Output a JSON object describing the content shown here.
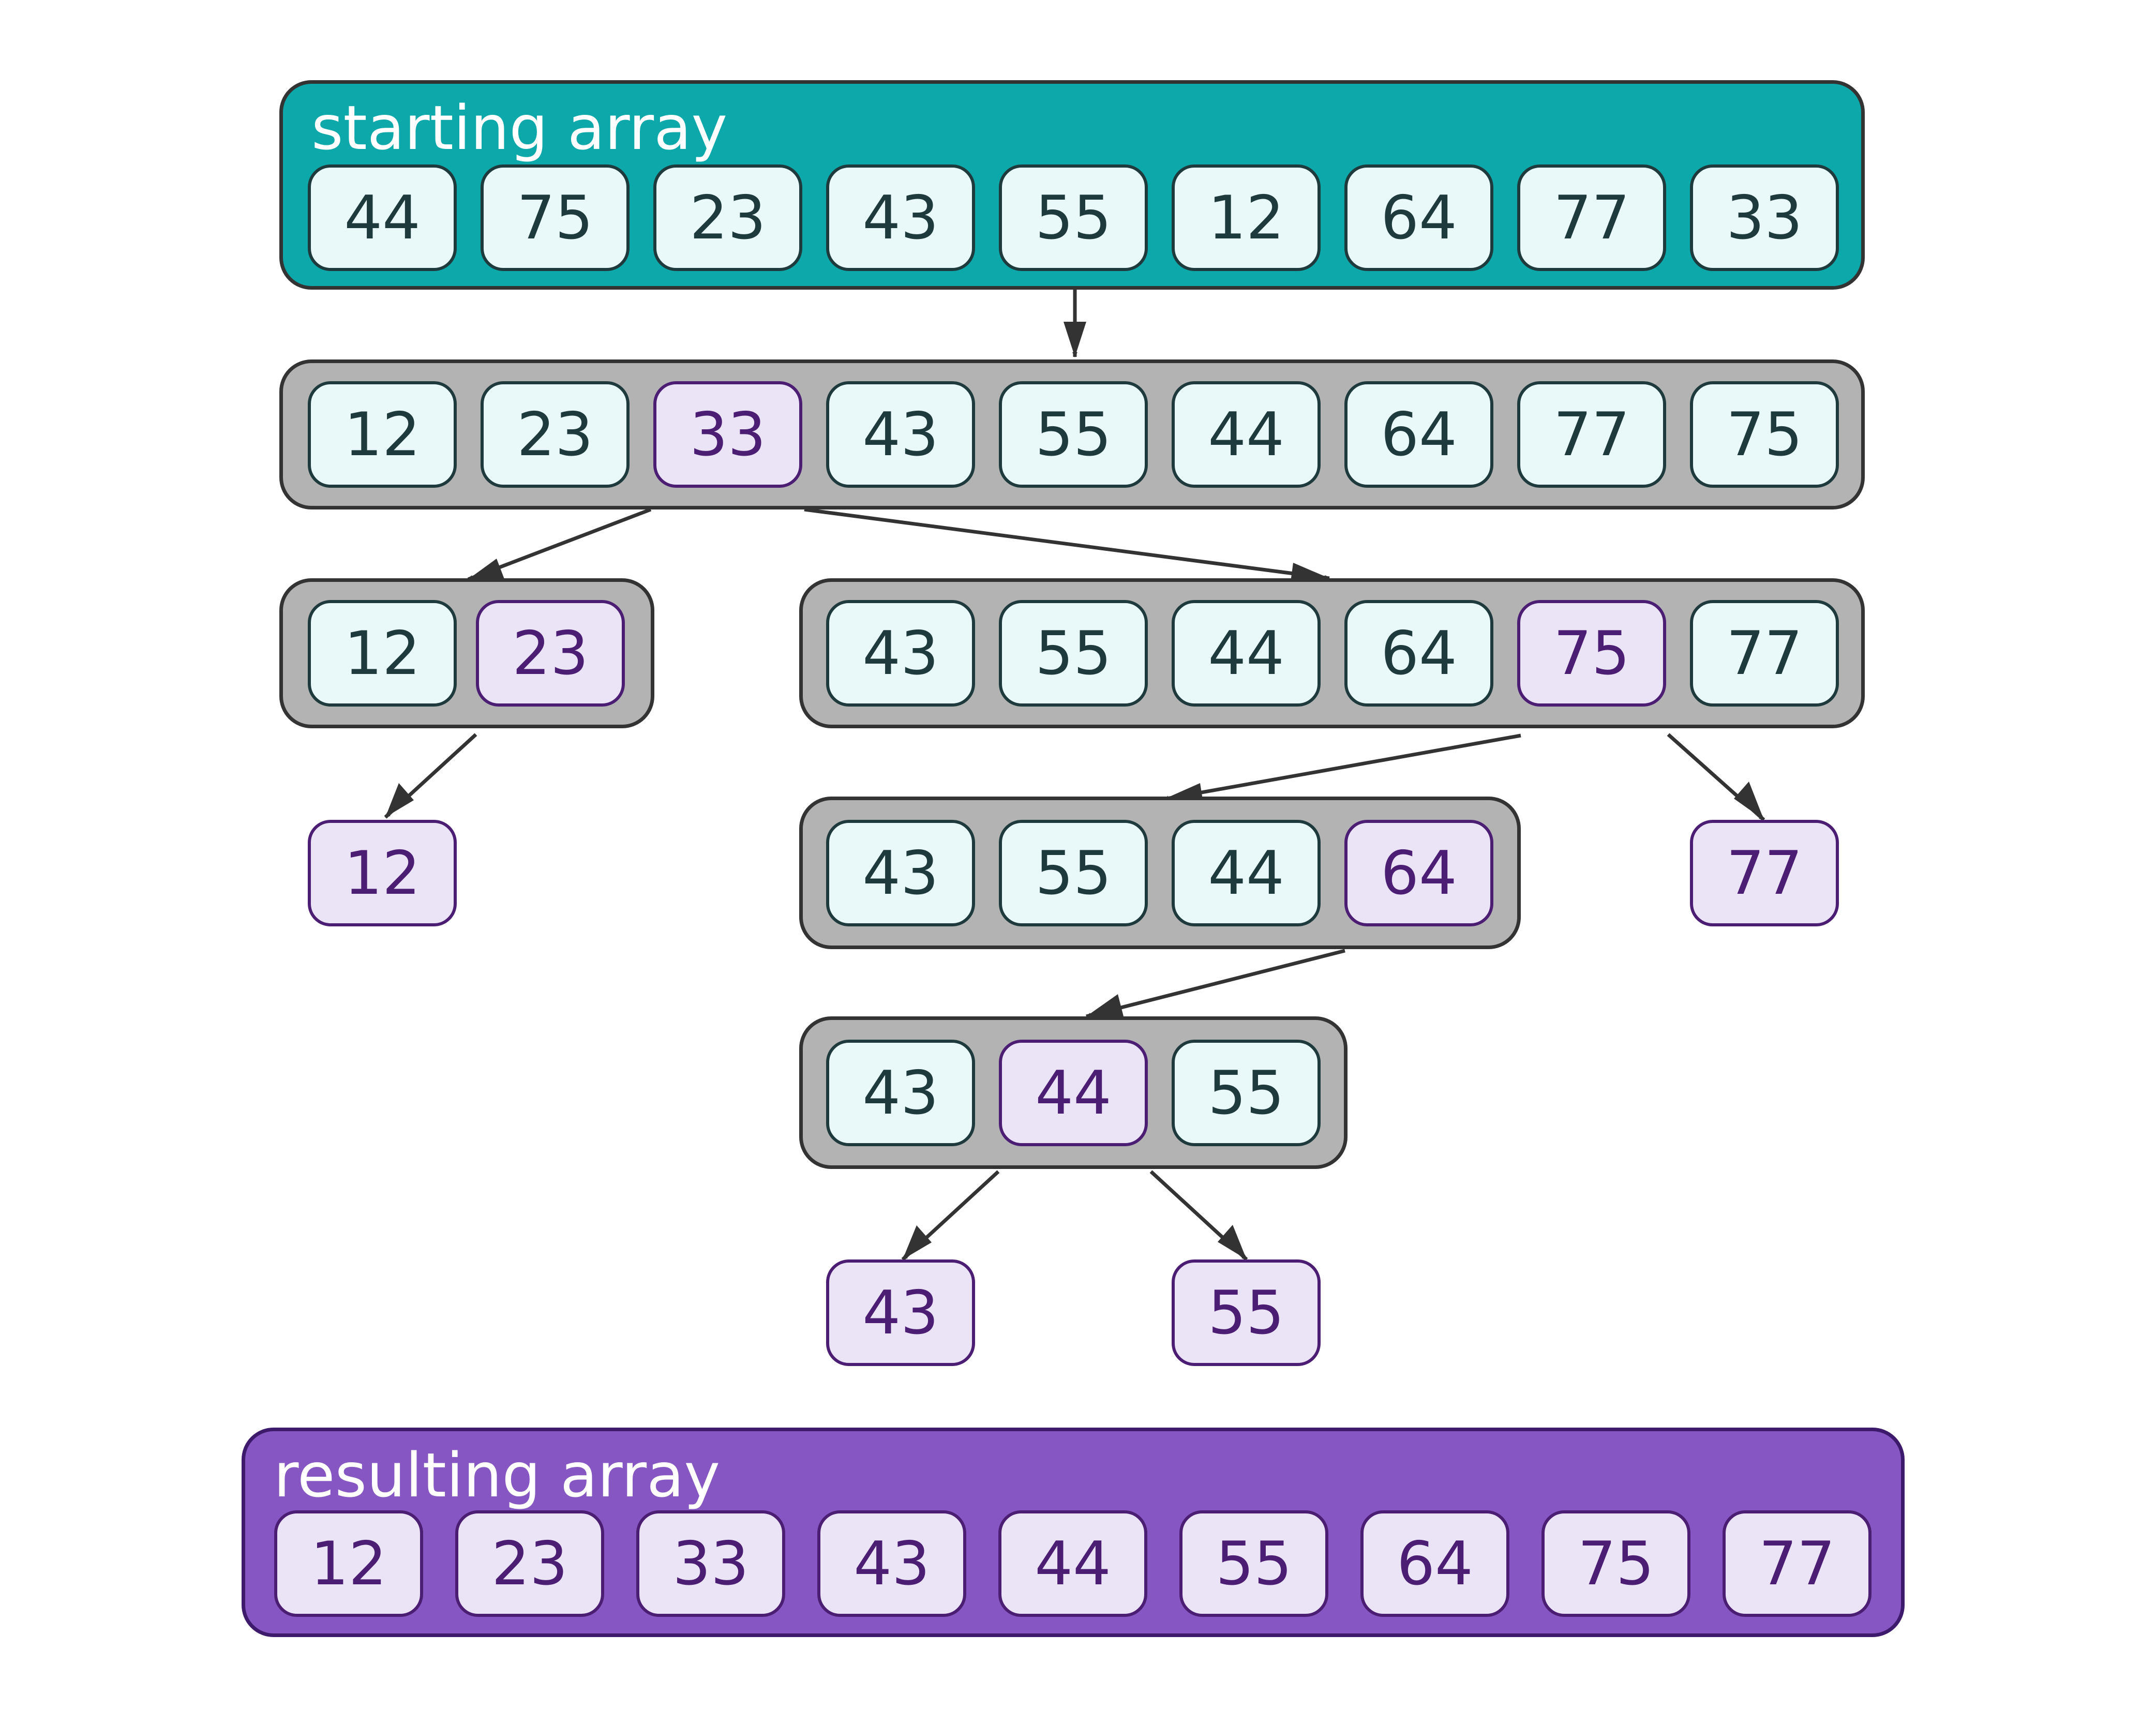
{
  "starting_array": {
    "title": "starting array",
    "values": [
      "44",
      "75",
      "23",
      "43",
      "55",
      "12",
      "64",
      "77",
      "33"
    ]
  },
  "steps": [
    {
      "values": [
        "12",
        "23",
        "33",
        "43",
        "55",
        "44",
        "64",
        "77",
        "75"
      ],
      "pivot_index": 2
    },
    {
      "values": [
        "12",
        "23"
      ],
      "pivot_index": 1
    },
    {
      "values": [
        "43",
        "55",
        "44",
        "64",
        "75",
        "77"
      ],
      "pivot_index": 4
    },
    {
      "values": [
        "43",
        "55",
        "44",
        "64"
      ],
      "pivot_index": 3
    },
    {
      "values": [
        "43",
        "44",
        "55"
      ],
      "pivot_index": 1
    }
  ],
  "leaves": [
    "12",
    "77",
    "43",
    "55"
  ],
  "resulting_array": {
    "title": "resulting array",
    "values": [
      "12",
      "23",
      "33",
      "43",
      "44",
      "55",
      "64",
      "75",
      "77"
    ]
  },
  "colors": {
    "teal_container": "#0da8aa",
    "gray_container": "#b3b3b3",
    "purple_container": "#8657c2",
    "cell_fill": "#e9f9f9",
    "pivot_fill": "#ebe3f6",
    "pivot_text": "#4b1d73",
    "arrow": "#333333"
  }
}
